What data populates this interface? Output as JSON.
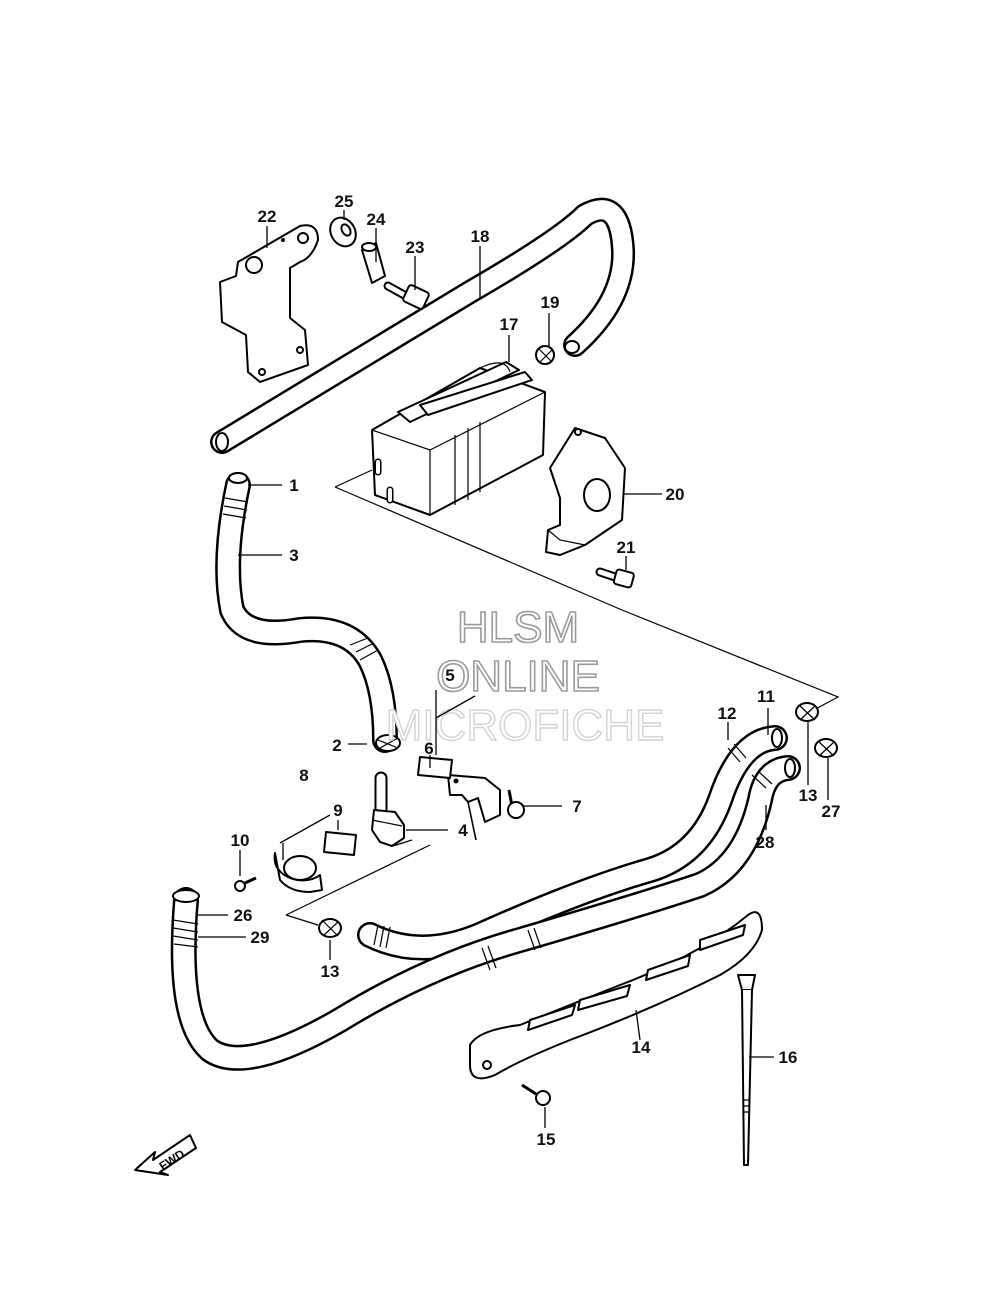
{
  "watermark": {
    "line1": "HLSM",
    "line2": "ONLINE",
    "line3": "MICROFICHE"
  },
  "fwd_label": "FWD",
  "callouts": [
    {
      "id": "c1",
      "text": "1"
    },
    {
      "id": "c2",
      "text": "2"
    },
    {
      "id": "c3",
      "text": "3"
    },
    {
      "id": "c4",
      "text": "4"
    },
    {
      "id": "c5",
      "text": "5"
    },
    {
      "id": "c6",
      "text": "6"
    },
    {
      "id": "c7",
      "text": "7"
    },
    {
      "id": "c8",
      "text": "8"
    },
    {
      "id": "c9",
      "text": "9"
    },
    {
      "id": "c10",
      "text": "10"
    },
    {
      "id": "c11",
      "text": "11"
    },
    {
      "id": "c12",
      "text": "12"
    },
    {
      "id": "c13a",
      "text": "13"
    },
    {
      "id": "c13b",
      "text": "13"
    },
    {
      "id": "c14",
      "text": "14"
    },
    {
      "id": "c15",
      "text": "15"
    },
    {
      "id": "c16",
      "text": "16"
    },
    {
      "id": "c17",
      "text": "17"
    },
    {
      "id": "c18",
      "text": "18"
    },
    {
      "id": "c19",
      "text": "19"
    },
    {
      "id": "c20",
      "text": "20"
    },
    {
      "id": "c21",
      "text": "21"
    },
    {
      "id": "c22",
      "text": "22"
    },
    {
      "id": "c23",
      "text": "23"
    },
    {
      "id": "c24",
      "text": "24"
    },
    {
      "id": "c25",
      "text": "25"
    },
    {
      "id": "c26",
      "text": "26"
    },
    {
      "id": "c27",
      "text": "27"
    },
    {
      "id": "c28",
      "text": "28"
    },
    {
      "id": "c29",
      "text": "29"
    }
  ]
}
